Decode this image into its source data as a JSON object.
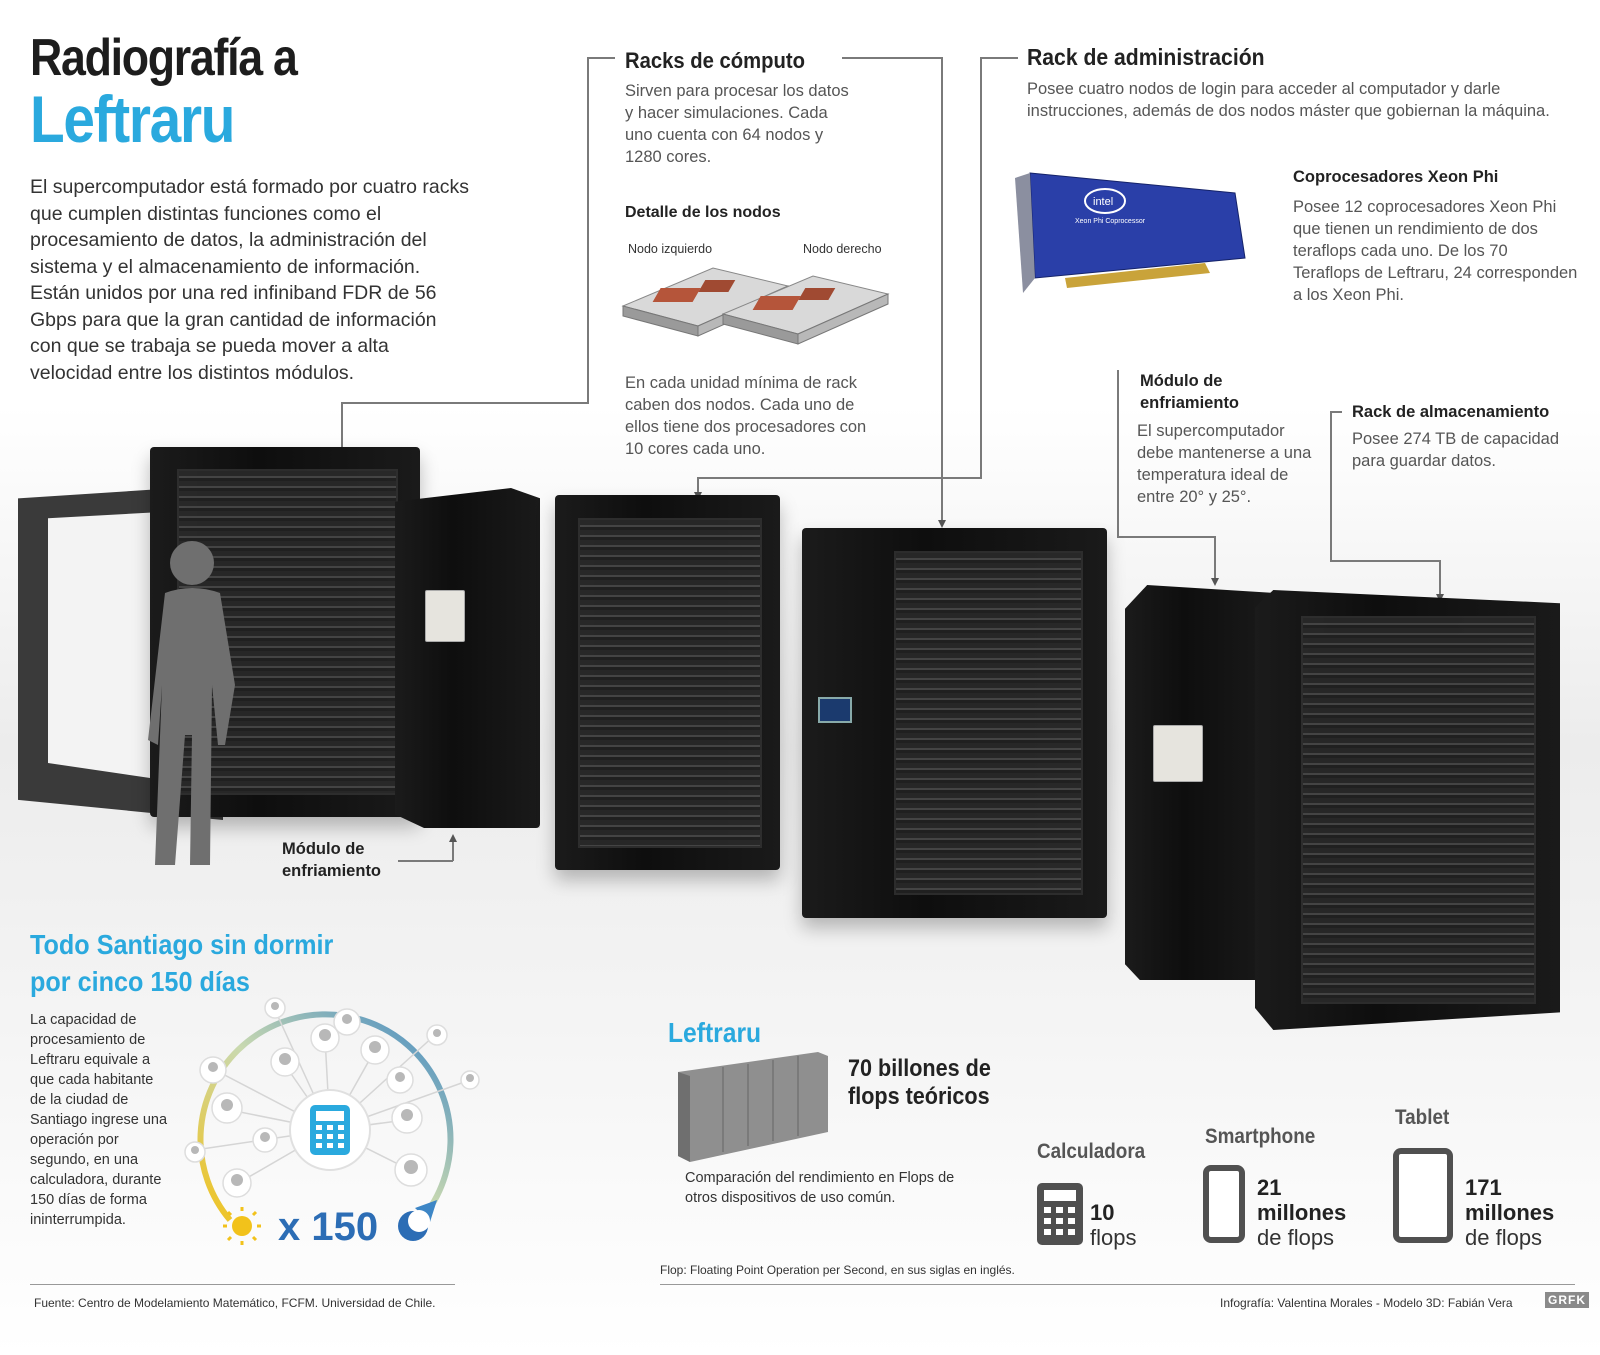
{
  "title": {
    "line1": "Radiografía a",
    "line2": "Leftraru"
  },
  "intro": "El supercomputador está formado por cuatro racks que cumplen distintas  funciones como el procesamiento de datos, la administración del sistema y el almacenamiento de información. Están unidos por una red infiniband FDR de 56 Gbps para que la gran cantidad de información con que se trabaja se pueda mover a alta velocidad entre los distintos módulos.",
  "compute": {
    "heading": "Racks de cómputo",
    "text": "Sirven para procesar los datos y hacer simulaciones. Cada uno cuenta con 64 nodos y 1280 cores.",
    "nodes_heading": "Detalle de los nodos",
    "left_node": "Nodo  izquierdo",
    "right_node": "Nodo derecho",
    "nodes_text": "En cada unidad mínima de rack caben dos nodos. Cada uno de ellos tiene dos procesadores con 10 cores cada uno."
  },
  "admin": {
    "heading": "Rack de administración",
    "text": "Posee cuatro nodos de login para acceder al computador y darle instrucciones, además de dos nodos máster que gobiernan la máquina."
  },
  "xeon": {
    "heading": "Coprocesadores Xeon Phi",
    "text": "Posee 12 coprocesadores Xeon Phi que tienen un rendimiento de dos teraflops cada uno. De los 70 Teraflops de Leftraru, 24 corresponden a los Xeon Phi.",
    "card_brand": "intel",
    "card_label": "Xeon Phi  Coprocessor"
  },
  "cooling_right": {
    "heading": "Módulo de enfriamiento",
    "text": "El supercomputador debe mantenerse a una temperatura ideal de entre 20° y 25°."
  },
  "storage": {
    "heading": "Rack de almacenamiento",
    "text": "Posee 274 TB de capacidad para guardar datos."
  },
  "cooling_left": {
    "heading": "Módulo de enfriamiento"
  },
  "santiago": {
    "heading": "Todo Santiago sin dormir por cinco 150 días",
    "text": "La capacidad de procesamiento de Leftraru equivale a que cada habitante de la ciudad de Santiago ingrese una operación por segundo, en una calculadora, durante 150 días de forma ininterrumpida.",
    "multiplier": "x 150"
  },
  "comparison": {
    "heading": "Leftraru",
    "leftraru_value": "70 billones de flops teóricos",
    "caption": "Comparación del rendimiento en Flops de otros dispositivos de uso común.",
    "devices": [
      {
        "name": "Calculadora",
        "value": "10",
        "unit": "flops"
      },
      {
        "name": "Smartphone",
        "value": "21 millones",
        "unit": "de flops"
      },
      {
        "name": "Tablet",
        "value": "171 millones",
        "unit": "de flops"
      }
    ],
    "note": "Flop: Floating Point Operation per Second, en sus siglas en inglés."
  },
  "footer": {
    "source": "Fuente: Centro de Modelamiento Matemático, FCFM. Universidad de Chile.",
    "credits": "Infografía: Valentina Morales - Modelo 3D: Fabián Vera",
    "logo": "GRFK"
  },
  "colors": {
    "accent": "#2aa9de",
    "dark": "#1d1d1d",
    "icon_gray": "#505050"
  }
}
